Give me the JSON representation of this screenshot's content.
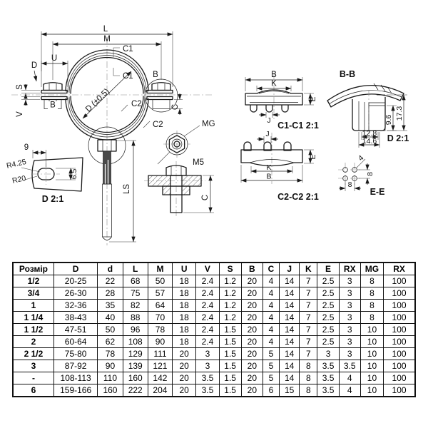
{
  "drawing": {
    "labels": {
      "L": "L",
      "M": "M",
      "C1_a": "C1",
      "C1_b": "C1",
      "U": "U",
      "D_detail": "D",
      "S": "S",
      "B_left": "B",
      "V": "V",
      "pipe_d": "D (±0.5)",
      "C2_a": "C2",
      "C2_b": "C2",
      "B_detail": "B",
      "C_right": "C",
      "LS": "LS",
      "MG": "MG",
      "M5": "M5",
      "C_bolt": "C",
      "d9": "9",
      "R425": "R4.25",
      "R20": "R20",
      "d65": "6.5",
      "cap_d21_left": "D 2:1",
      "c1_B": "B",
      "c1_K": "K",
      "c1_E": "E",
      "c1_J": "J",
      "cap_c1": "C1-C1 2:1",
      "c2_J": "J",
      "c2_E": "E",
      "c2_K": "K",
      "c2_B": "B",
      "cap_c2": "C2-C2 2:1",
      "cap_bb": "B-B",
      "d96": "9.6",
      "d173": "17.3",
      "d128": "12.8",
      "d146": "14.6",
      "cap_d21_right": "D 2:1",
      "ee_4": "4",
      "ee_8v": "8",
      "ee_8h": "8",
      "cap_ee": "E-E"
    },
    "line_color": "#1a1a1a",
    "rod_fill": "#4a4a4a"
  },
  "table": {
    "headers": [
      "Розмір",
      "D",
      "d",
      "L",
      "M",
      "U",
      "V",
      "S",
      "B",
      "C",
      "J",
      "K",
      "E",
      "RX",
      "MG",
      "RX"
    ],
    "rows": [
      [
        "1/2",
        "20-25",
        "22",
        "68",
        "50",
        "18",
        "2.4",
        "1.2",
        "20",
        "4",
        "14",
        "7",
        "2.5",
        "3",
        "8",
        "100"
      ],
      [
        "3/4",
        "26-30",
        "28",
        "75",
        "57",
        "18",
        "2.4",
        "1.2",
        "20",
        "4",
        "14",
        "7",
        "2.5",
        "3",
        "8",
        "100"
      ],
      [
        "1",
        "32-36",
        "35",
        "82",
        "64",
        "18",
        "2.4",
        "1.2",
        "20",
        "4",
        "14",
        "7",
        "2.5",
        "3",
        "8",
        "100"
      ],
      [
        "1 1/4",
        "38-43",
        "40",
        "88",
        "70",
        "18",
        "2.4",
        "1.2",
        "20",
        "4",
        "14",
        "7",
        "2.5",
        "3",
        "8",
        "100"
      ],
      [
        "1 1/2",
        "47-51",
        "50",
        "96",
        "78",
        "18",
        "2.4",
        "1.5",
        "20",
        "4",
        "14",
        "7",
        "2.5",
        "3",
        "10",
        "100"
      ],
      [
        "2",
        "60-64",
        "62",
        "108",
        "90",
        "18",
        "2.4",
        "1.5",
        "20",
        "4",
        "14",
        "7",
        "2.5",
        "3",
        "10",
        "100"
      ],
      [
        "2 1/2",
        "75-80",
        "78",
        "129",
        "111",
        "20",
        "3",
        "1.5",
        "20",
        "5",
        "14",
        "7",
        "3",
        "3",
        "10",
        "100"
      ],
      [
        "3",
        "87-92",
        "90",
        "139",
        "121",
        "20",
        "3",
        "1.5",
        "20",
        "5",
        "14",
        "8",
        "3.5",
        "3.5",
        "10",
        "100"
      ],
      [
        "-",
        "108-113",
        "110",
        "160",
        "142",
        "20",
        "3.5",
        "1.5",
        "20",
        "5",
        "14",
        "8",
        "3.5",
        "4",
        "10",
        "100"
      ],
      [
        "6",
        "159-166",
        "160",
        "222",
        "204",
        "20",
        "3.5",
        "1.5",
        "20",
        "6",
        "15",
        "8",
        "3.5",
        "4",
        "10",
        "100"
      ]
    ]
  }
}
